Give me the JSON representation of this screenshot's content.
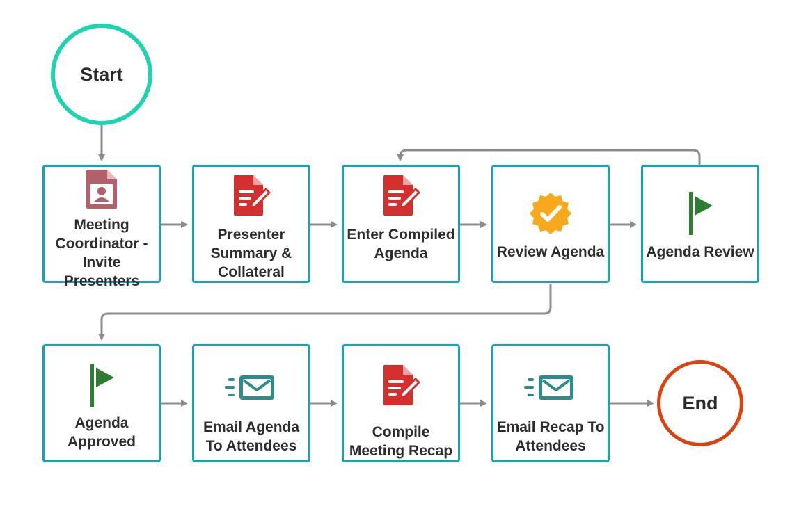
{
  "diagram": {
    "start_label": "Start",
    "end_label": "End",
    "colors": {
      "start_ring": "#1dd3b0",
      "end_ring": "#d9430f",
      "task_border": "#17a2b8",
      "connector": "#8c8c8c",
      "doc_red": "#d32f2f",
      "doc_pink": "#b4606b",
      "badge_orange": "#f8a91b",
      "flag_green": "#2e7d32",
      "mail_teal": "#2d8a8f"
    },
    "tasks": [
      {
        "id": "meeting-coordinator",
        "icon": "person-document-icon",
        "lines": [
          "Meeting",
          "Coordinator -",
          "Invite",
          "Presenters"
        ]
      },
      {
        "id": "presenter-summary",
        "icon": "edit-document-icon",
        "lines": [
          "Presenter",
          "Summary &",
          "Collateral"
        ]
      },
      {
        "id": "enter-compiled-agenda",
        "icon": "edit-document-icon",
        "lines": [
          "Enter Compiled",
          "Agenda"
        ]
      },
      {
        "id": "review-agenda",
        "icon": "verified-badge-icon",
        "lines": [
          "Review Agenda"
        ]
      },
      {
        "id": "agenda-review",
        "icon": "flag-icon",
        "lines": [
          "Agenda Review"
        ]
      },
      {
        "id": "agenda-approved",
        "icon": "flag-icon",
        "lines": [
          "Agenda",
          "Approved"
        ]
      },
      {
        "id": "email-agenda",
        "icon": "fast-mail-icon",
        "lines": [
          "Email Agenda",
          "To Attendees"
        ]
      },
      {
        "id": "compile-recap",
        "icon": "edit-document-icon",
        "lines": [
          "Compile",
          "Meeting Recap"
        ]
      },
      {
        "id": "email-recap",
        "icon": "fast-mail-icon",
        "lines": [
          "Email Recap To",
          "Attendees"
        ]
      }
    ]
  }
}
